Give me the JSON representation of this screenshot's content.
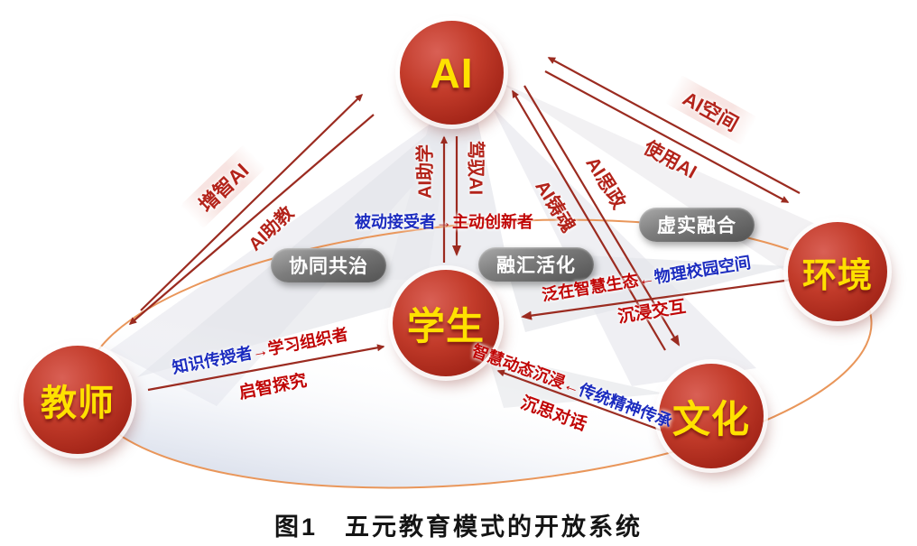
{
  "caption": "图1　五元教育模式的开放系统",
  "nodes": {
    "ai": "AI",
    "teacher": "教师",
    "student": "学生",
    "environment": "环境",
    "culture": "文化"
  },
  "pills": {
    "collaborative_governance": "协同共治",
    "integration_activation": "融汇活化",
    "virtual_real_fusion": "虚实融合"
  },
  "edges": {
    "teacher_ai": {
      "outer": "增智AI",
      "inner": "AI助教"
    },
    "ai_environment": {
      "outer": "AI空间",
      "inner": "使用AI"
    },
    "ai_student": {
      "left": "AI助学",
      "right": "驾驭AI"
    },
    "ai_culture": {
      "upper": "AI思政",
      "lower": "AI铸魂"
    },
    "teacher_student": {
      "from": "知识传授者",
      "arrow": "→",
      "to": "学习组织者",
      "below": "启智探究"
    },
    "student_transformation": {
      "from": "被动接受者",
      "arrow": "→",
      "to": "主动创新者"
    },
    "environment_student": {
      "to": "泛在智慧生态",
      "arrow": "←",
      "from": "物理校园空间",
      "below": "沉浸交互"
    },
    "culture_student": {
      "to": "智慧动态沉浸",
      "arrow": "←",
      "from": "传统精神传承",
      "below": "沉思对话"
    }
  },
  "colors": {
    "node_red": "#b7301f",
    "node_text_yellow": "#ffe100",
    "arrow_red": "#9b2b20",
    "label_red": "#c00505",
    "label_brick_red": "#b3231a",
    "label_blue": "#1b2bbf",
    "ellipse_orange": "#e9965a",
    "pill_gray": "#6b6b6b"
  }
}
